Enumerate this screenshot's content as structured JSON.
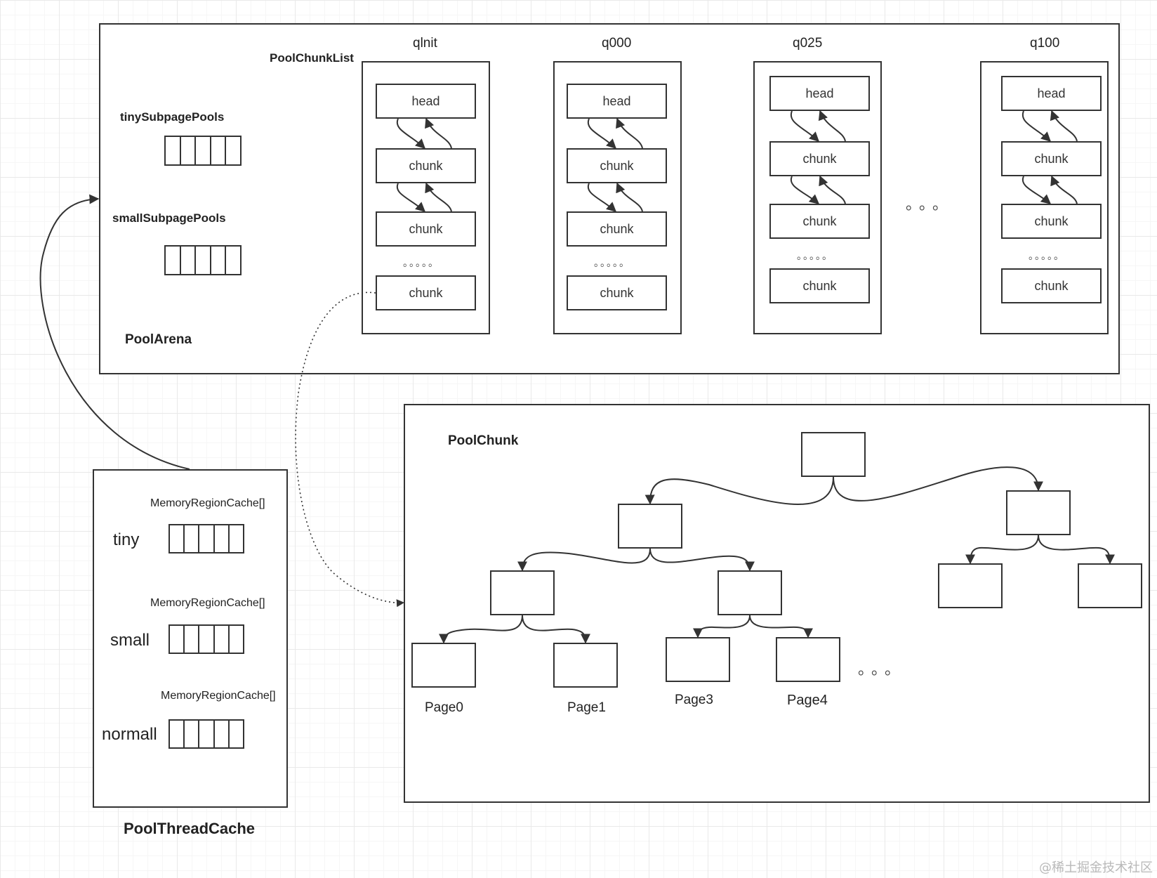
{
  "arena": {
    "title": "PoolArena",
    "chunk_list_label": "PoolChunkList",
    "tiny_label": "tinySubpagePools",
    "small_label": "smallSubpagePools",
    "columns": [
      {
        "title": "qlnit",
        "nodes": [
          "head",
          "chunk",
          "chunk",
          "chunk"
        ],
        "ellipsis": "。。。。。"
      },
      {
        "title": "q000",
        "nodes": [
          "head",
          "chunk",
          "chunk",
          "chunk"
        ],
        "ellipsis": "。。。。。"
      },
      {
        "title": "q025",
        "nodes": [
          "head",
          "chunk",
          "chunk",
          "chunk"
        ],
        "ellipsis": "。。。。。"
      },
      {
        "title": "q100",
        "nodes": [
          "head",
          "chunk",
          "chunk",
          "chunk"
        ],
        "ellipsis": "。。。。。"
      }
    ],
    "between_dots": "。。。"
  },
  "chunk": {
    "title": "PoolChunk",
    "pages": [
      "Page0",
      "Page1",
      "Page3",
      "Page4"
    ],
    "dots": "。。。"
  },
  "thread_cache": {
    "title": "PoolThreadCache",
    "sections": [
      {
        "array_label": "MemoryRegionCache[]",
        "name": "tiny"
      },
      {
        "array_label": "MemoryRegionCache[]",
        "name": "small"
      },
      {
        "array_label": "MemoryRegionCache[]",
        "name": "normall"
      }
    ]
  },
  "watermark": "@稀土掘金技术社区"
}
